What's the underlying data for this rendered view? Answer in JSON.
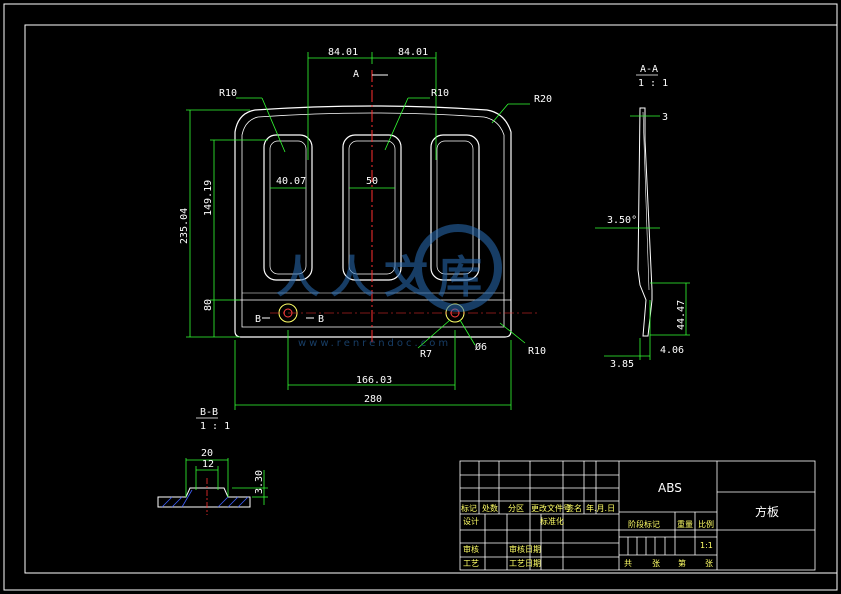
{
  "drawing": {
    "main_view": {
      "dims": {
        "top_left": "84.01",
        "top_right": "84.01",
        "r_left": "R10",
        "r_mid": "R10",
        "r_corner": "R20",
        "slot_width": "40.07",
        "slot_mid": "50",
        "height_total": "235.04",
        "height_slot": "149.19",
        "height_bottom": "80",
        "hole_spacing": "166.03",
        "width_total": "280",
        "r_hole": "R7",
        "dia_hole": "Ø6",
        "r_bottom": "R10"
      },
      "section_marks": {
        "a": "A",
        "b": "B"
      }
    },
    "side_view": {
      "title": "A-A",
      "scale": "1 : 1",
      "dims": {
        "thick": "3",
        "angle": "3.50°",
        "h_tab": "44.47",
        "off_a": "3.85",
        "off_b": "4.06"
      }
    },
    "section_view": {
      "title": "B-B",
      "scale": "1 : 1",
      "dims": {
        "w_outer": "20",
        "w_inner": "12",
        "height": "3.30"
      }
    },
    "watermark": "人人文库",
    "watermark_url": "www.renrendoc.com"
  },
  "title_block": {
    "material": "ABS",
    "part_name": "方板",
    "scale": "1:1",
    "labels": {
      "biaoji": "标记",
      "chushu": "处数",
      "fenqu": "分区",
      "genggai": "更改文件号",
      "qianming": "签名",
      "date": "年.月.日",
      "sheji": "设计",
      "biaozhunhua": "标准化",
      "jieduan": "阶段标记",
      "zhongliang": "重量",
      "bili": "比例",
      "shenhe": "审核",
      "gongyi": "工艺",
      "pizhun": "审核日期",
      "gongyi_date": "工艺日期",
      "gong": "共",
      "zhang": "张",
      "di": "第",
      "zhang2": "张"
    }
  }
}
